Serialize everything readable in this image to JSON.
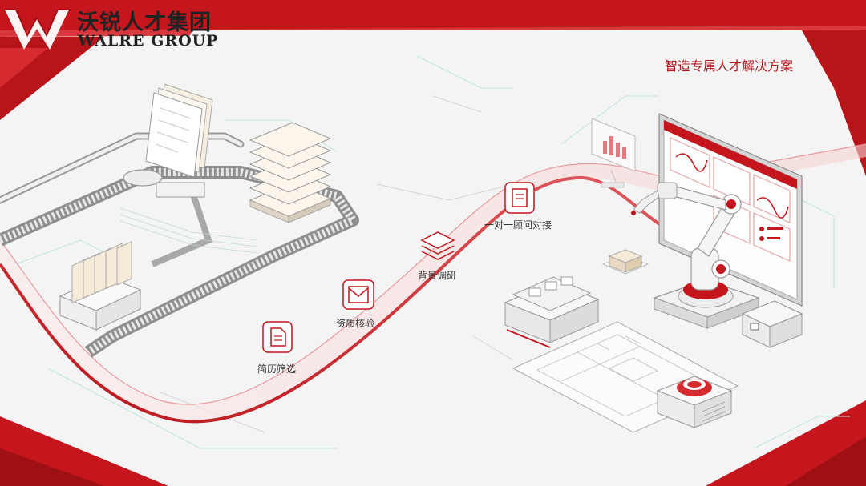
{
  "brand": {
    "logo_letter": "W",
    "name_cn": "沃锐人才集团",
    "name_en": "WALRE GROUP"
  },
  "tagline": "智造专属人才解决方案",
  "process_steps": [
    {
      "label": "简历筛选",
      "icon": "resume-document-icon"
    },
    {
      "label": "资质核验",
      "icon": "envelope-check-icon"
    },
    {
      "label": "背景调研",
      "icon": "stacked-layers-icon"
    },
    {
      "label": "一对一顾问对接",
      "icon": "consultant-document-icon"
    }
  ],
  "colors": {
    "brand_red": "#b8151b",
    "accent_red": "#d52a2f",
    "background": "#f4f4f4",
    "line_gray": "#9a9a9a"
  }
}
